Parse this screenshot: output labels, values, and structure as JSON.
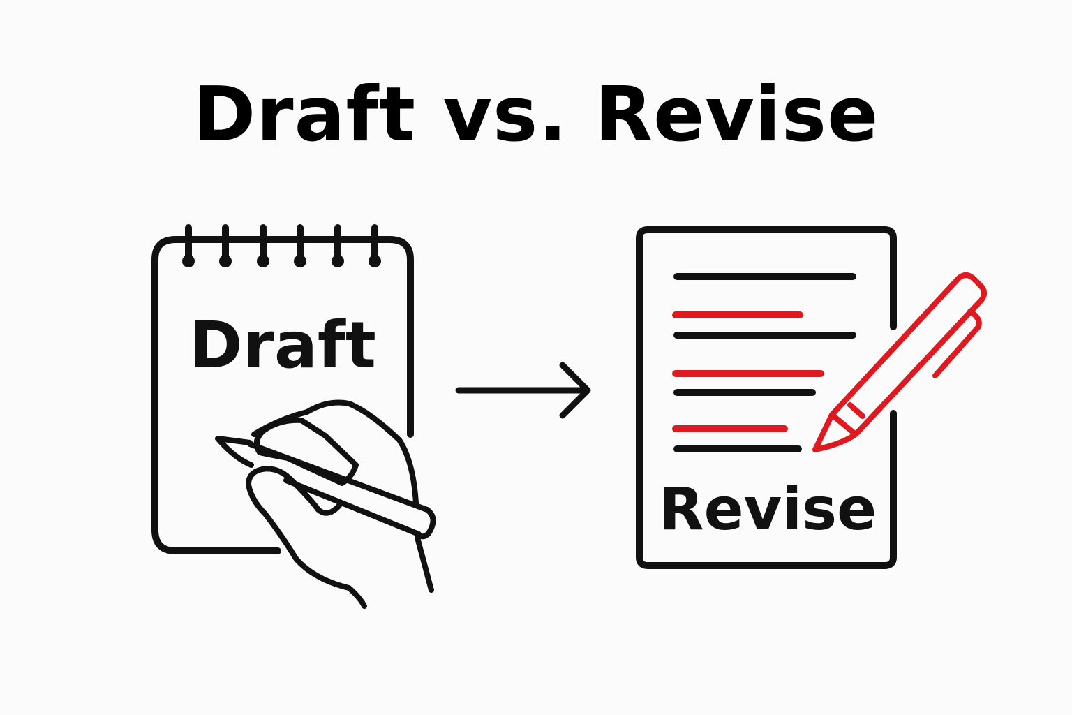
{
  "title": "Draft vs. Revise",
  "draft": {
    "label": "Draft",
    "icon": "notepad-with-writing-hand"
  },
  "revise": {
    "label": "Revise",
    "icon": "document-with-red-edit-lines-and-pen"
  },
  "connector": {
    "icon": "right-arrow"
  },
  "colors": {
    "ink": "#111111",
    "accent": "#e0181f",
    "background": "#fbfbfb"
  }
}
